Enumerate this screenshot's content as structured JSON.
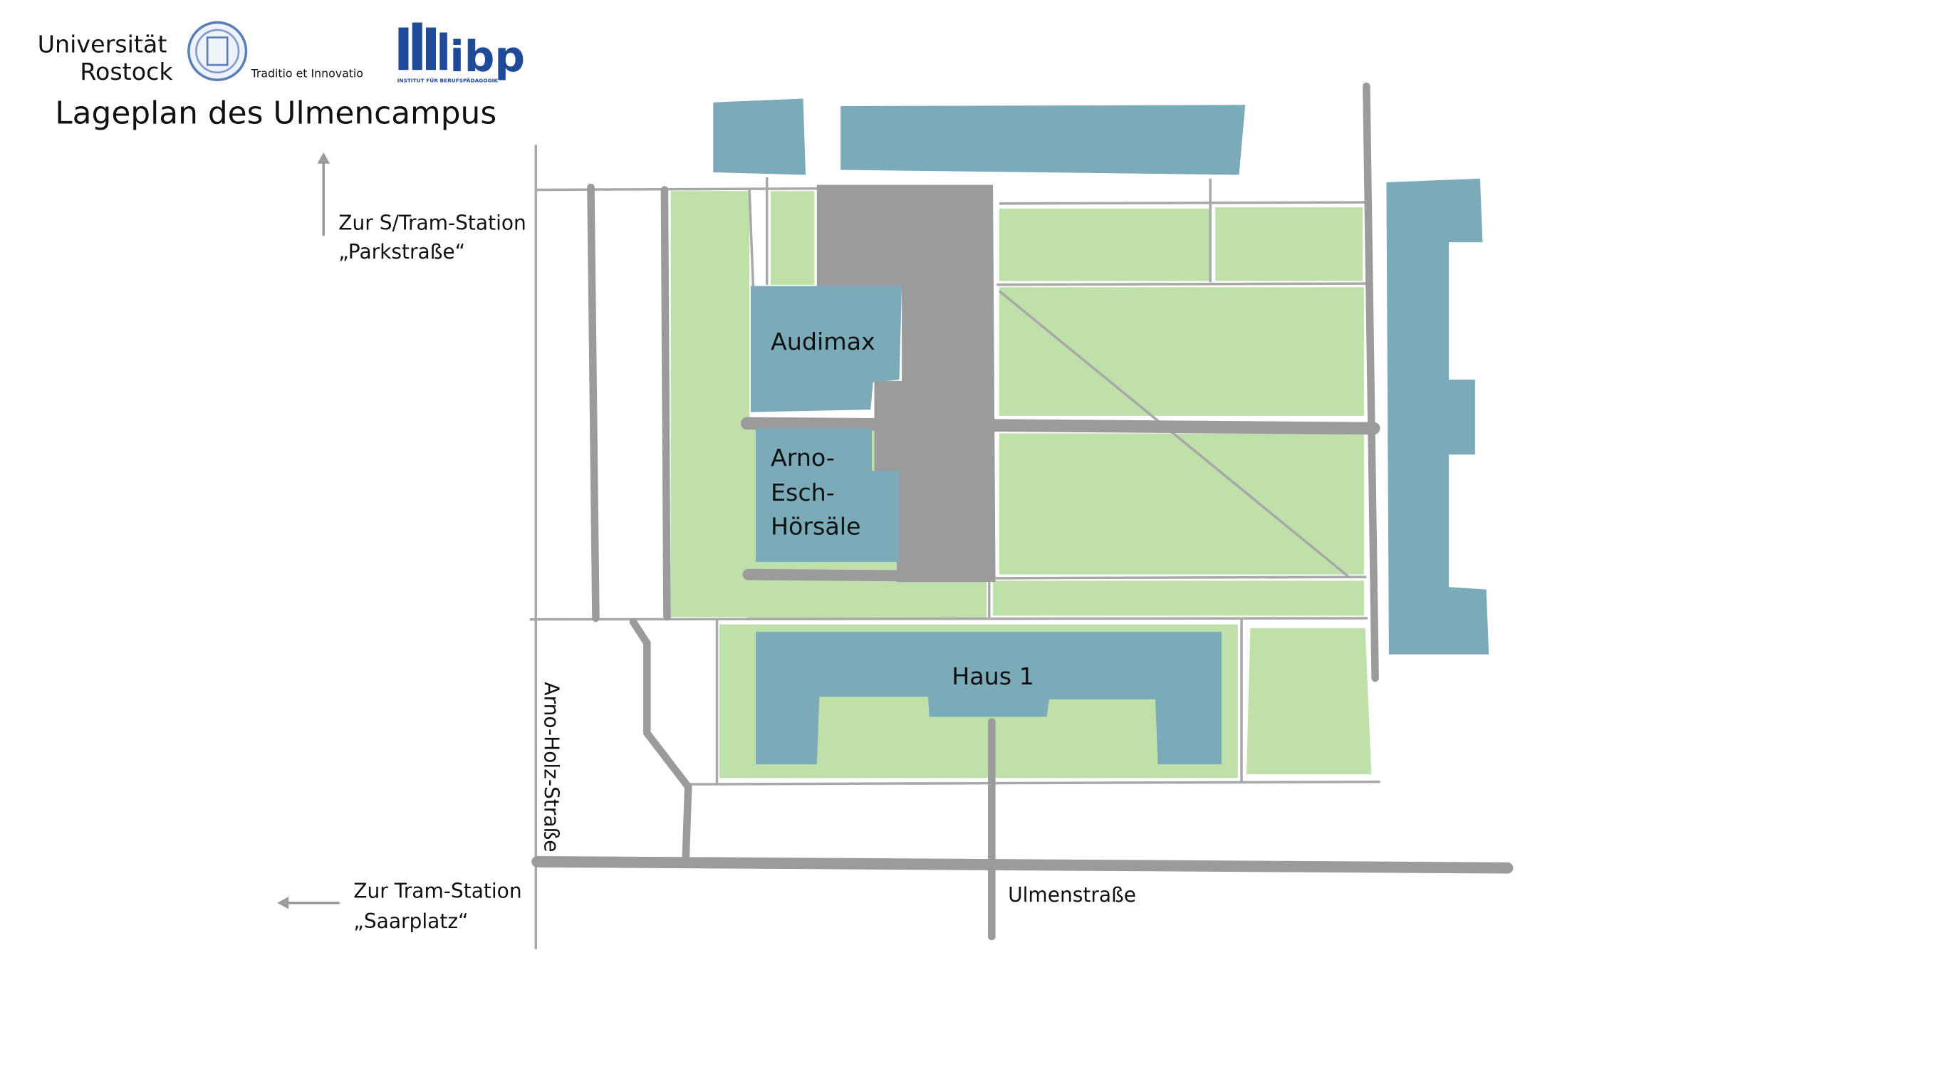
{
  "header": {
    "university_line1": "Universität",
    "university_line2": "Rostock",
    "motto": "Traditio et Innovatio",
    "ibp_logo": "ibp",
    "ibp_subtitle": "INSTITUT FÜR BERUFSPÄDAGOGIK",
    "title": "Lageplan des Ulmencampus"
  },
  "buildings": {
    "audimax": "Audimax",
    "arno_esch_1": "Arno-",
    "arno_esch_2": "Esch-",
    "arno_esch_3": "Hörsäle",
    "haus1": "Haus 1"
  },
  "directions": {
    "north_line1": "Zur S/Tram-Station",
    "north_line2": "„Parkstraße“",
    "west_line1": "Zur Tram-Station",
    "west_line2": "„Saarplatz“"
  },
  "streets": {
    "arno_holz": "Arno-Holz-Straße",
    "ulmen": "Ulmenstraße"
  },
  "colors": {
    "building": "#7BABB8",
    "green": "#BFE0A8",
    "road": "#9B9B9B"
  }
}
